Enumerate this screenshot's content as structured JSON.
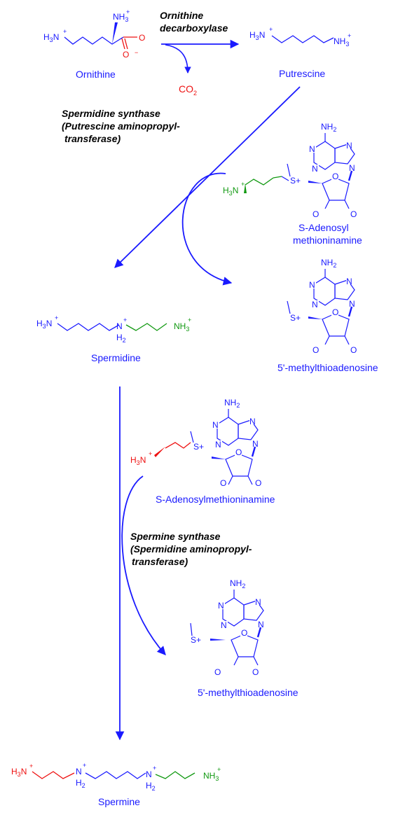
{
  "colors": {
    "blue": "#1a1aff",
    "red": "#ee1111",
    "green": "#119911",
    "black": "#000000"
  },
  "enzymes": {
    "odc": [
      "Ornithine",
      "decarboxylase"
    ],
    "spd_synthase": [
      "Spermidine synthase",
      "(Putrescine aminopropyl-",
      "transferase)"
    ],
    "spm_synthase": [
      "Spermine synthase",
      "(Spermidine aminopropyl-",
      "transferase)"
    ]
  },
  "compounds": {
    "ornithine": "Ornithine",
    "putrescine": "Putrescine",
    "co2": "CO",
    "co2_sub": "2",
    "sam1": [
      "S-Adenosyl",
      "methioninamine"
    ],
    "mta1": "5'-methylthioadenosine",
    "spermidine": "Spermidine",
    "sam2": "S-Adenosylmethioninamine",
    "mta2": "5'-methylthioadenosine",
    "spermine": "Spermine"
  },
  "atoms": {
    "N": "N",
    "H": "H",
    "H3N": "H3N",
    "NH3": "NH3",
    "NH2": "NH2",
    "H2": "H2",
    "O": "O",
    "S": "S",
    "plus": "+",
    "h_sub": "3",
    "n_sub": "2"
  }
}
